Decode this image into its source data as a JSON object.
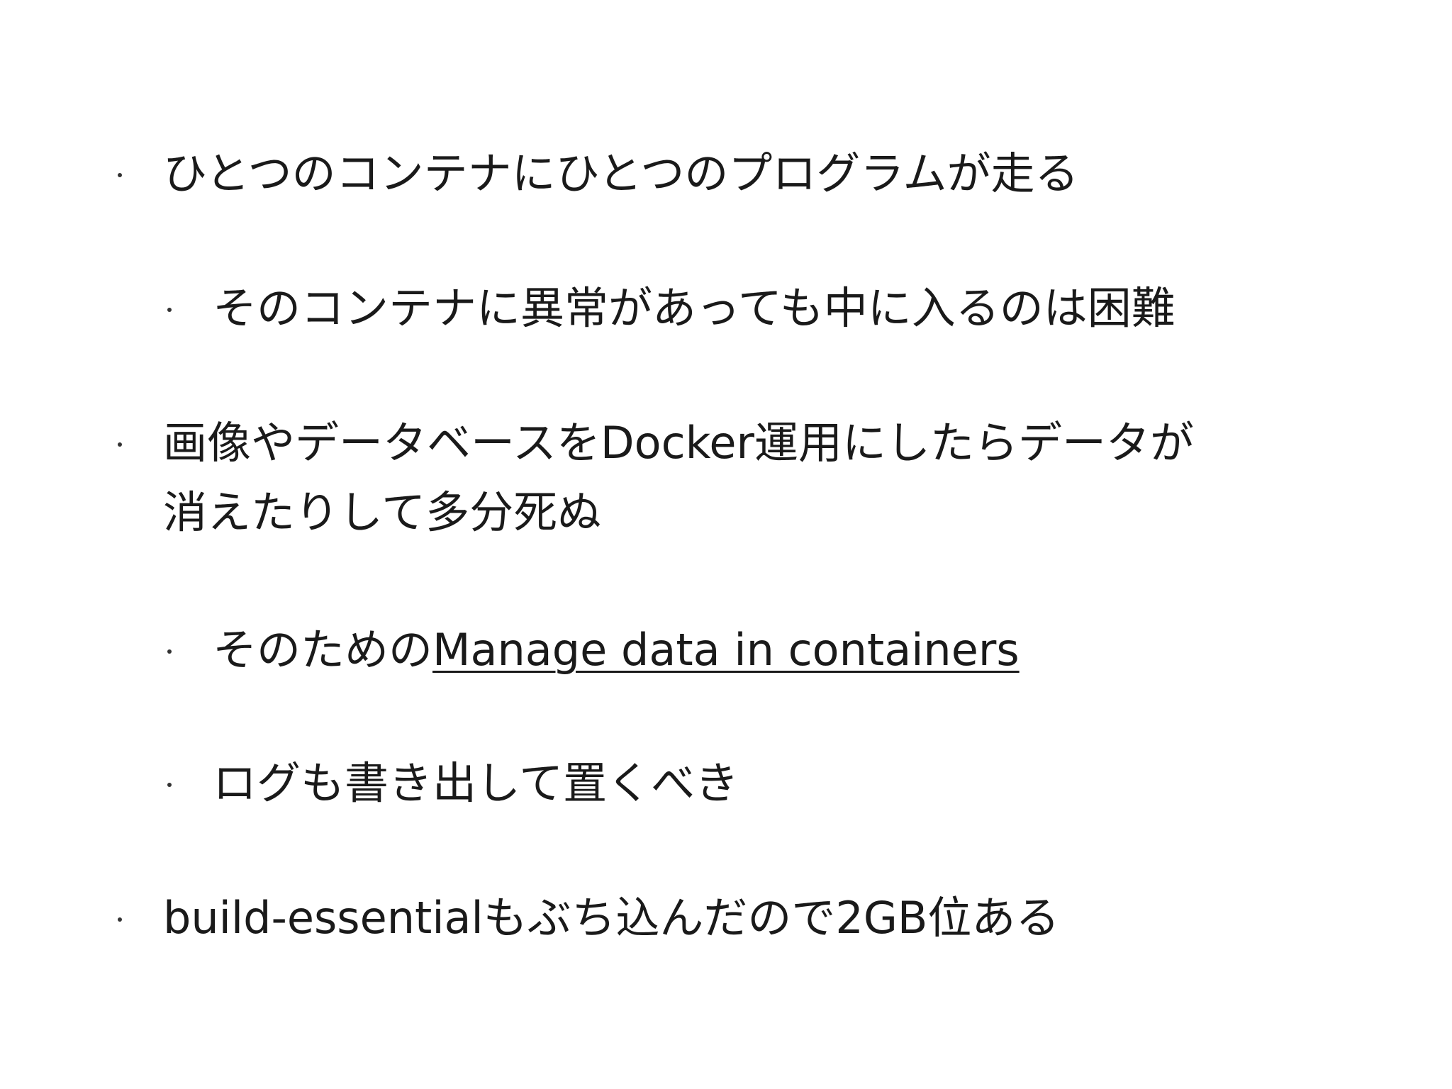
{
  "slide": {
    "bullets": [
      {
        "level": 1,
        "text": "ひとつのコンテナにひとつのプログラムが走る"
      },
      {
        "level": 2,
        "text": "そのコンテナに異常があっても中に入るのは困難"
      },
      {
        "level": 1,
        "line1": "画像やデータベースをDocker運用にしたらデータが",
        "line2": "消えたりして多分死ぬ"
      },
      {
        "level": 2,
        "prefix": "そのための",
        "link_text": "Manage data in containers"
      },
      {
        "level": 2,
        "text": "ログも書き出して置くべき"
      },
      {
        "level": 1,
        "text": "build-essentialもぶち込んだので2GB位ある"
      }
    ]
  }
}
